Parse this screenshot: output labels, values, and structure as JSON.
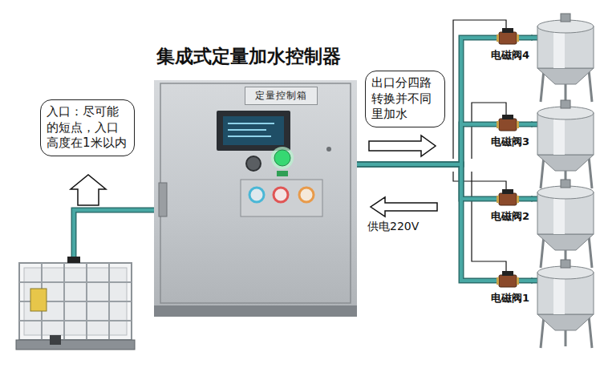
{
  "diagram": {
    "title": "集成式定量加水控制器",
    "nodes": [
      {
        "text": [
          "入口：尽可能的短点，入口高度在1米以内"
        ]
      },
      {
        "text": [
          "定量控制箱"
        ]
      },
      {
        "text": [
          "出口分四路转换并不同里加水"
        ]
      },
      {
        "text": [
          "电磁阀4"
        ]
      },
      {
        "text": [
          "电磁阀3"
        ]
      },
      {
        "text": [
          "电磁阀2"
        ]
      },
      {
        "text": [
          "电磁阀1"
        ]
      }
    ],
    "edges": [
      {
        "from": 1,
        "to": 3,
        "arrow": "none"
      },
      {
        "from": 1,
        "to": 4,
        "arrow": "none"
      },
      {
        "from": 1,
        "to": 5,
        "arrow": "none"
      },
      {
        "from": 1,
        "to": 6,
        "arrow": "none"
      }
    ],
    "labels": [
      "供电220V"
    ]
  }
}
